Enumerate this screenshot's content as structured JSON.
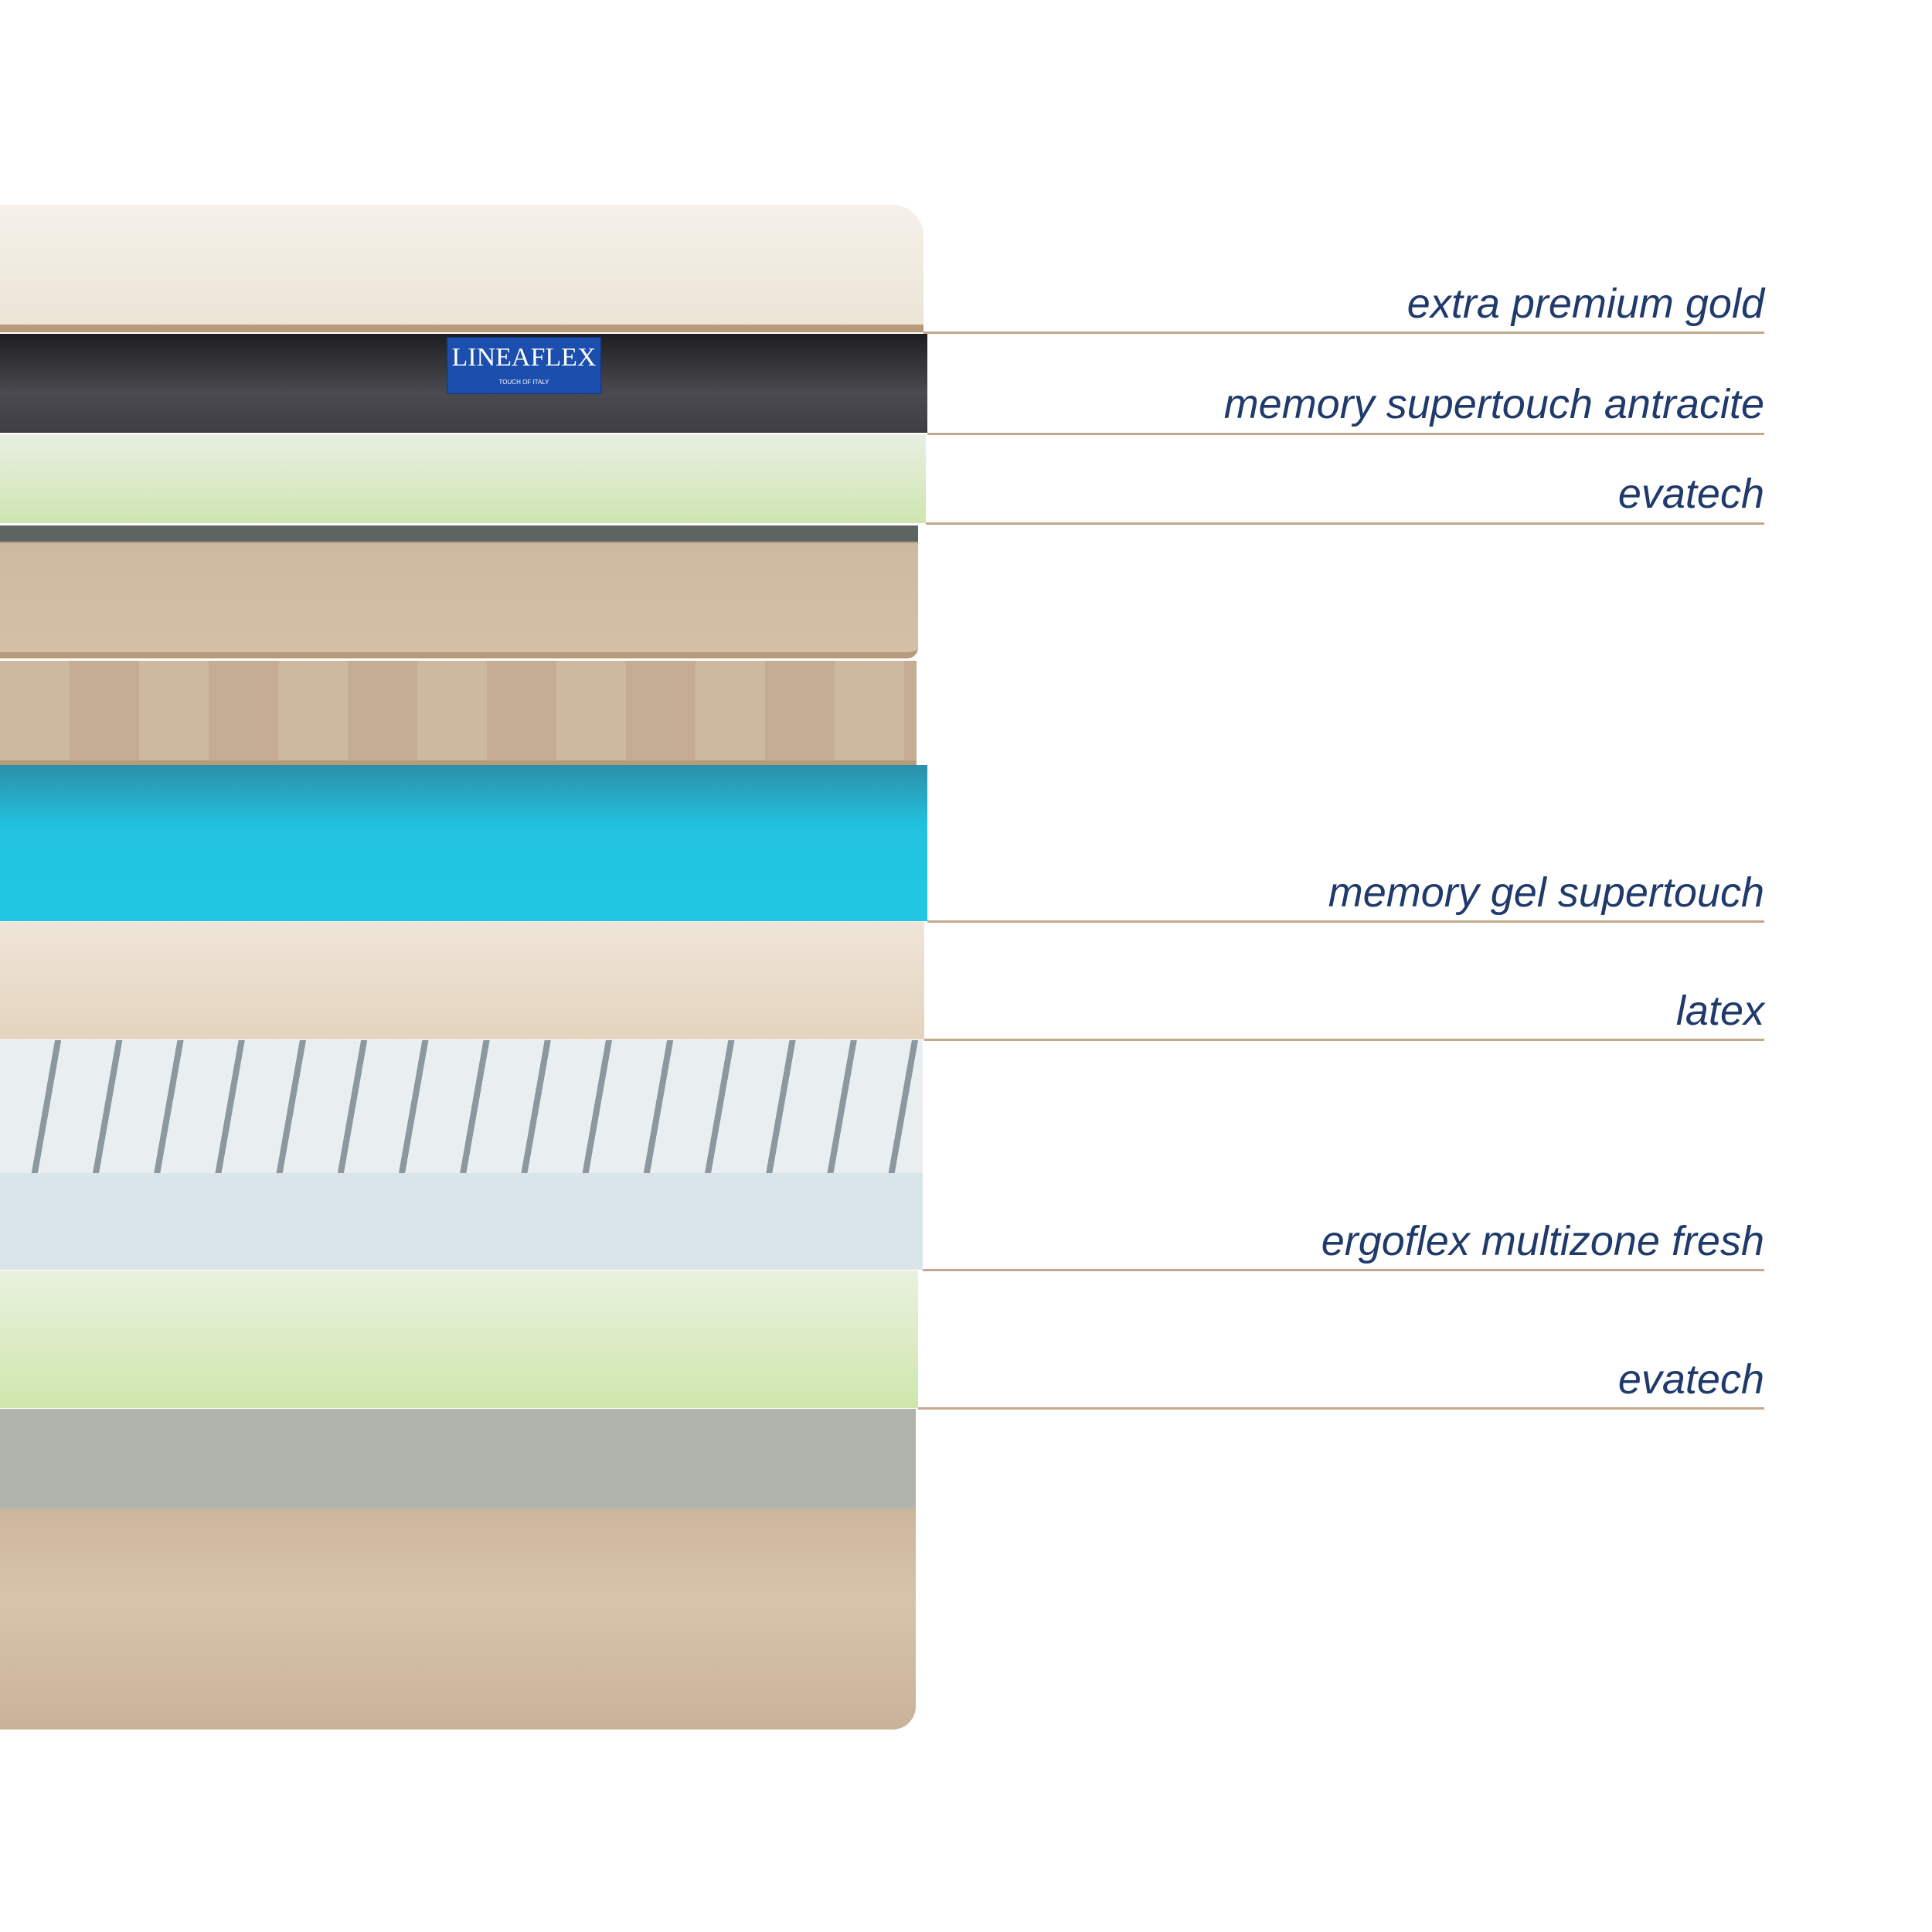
{
  "brand": {
    "name": "LINEAFLEX",
    "tagline": "TOUCH OF ITALY"
  },
  "layers": [
    {
      "label": "extra premium gold"
    },
    {
      "label": "memory supertouch antracite"
    },
    {
      "label": "evatech"
    },
    {
      "label": "memory gel supertouch"
    },
    {
      "label": "latex"
    },
    {
      "label": "ergoflex multizone fresh"
    },
    {
      "label": "evatech"
    }
  ],
  "colors": {
    "label_text": "#1f3a6b",
    "leader_line": "#c3a88c",
    "brand_blue": "#1c4eae"
  }
}
